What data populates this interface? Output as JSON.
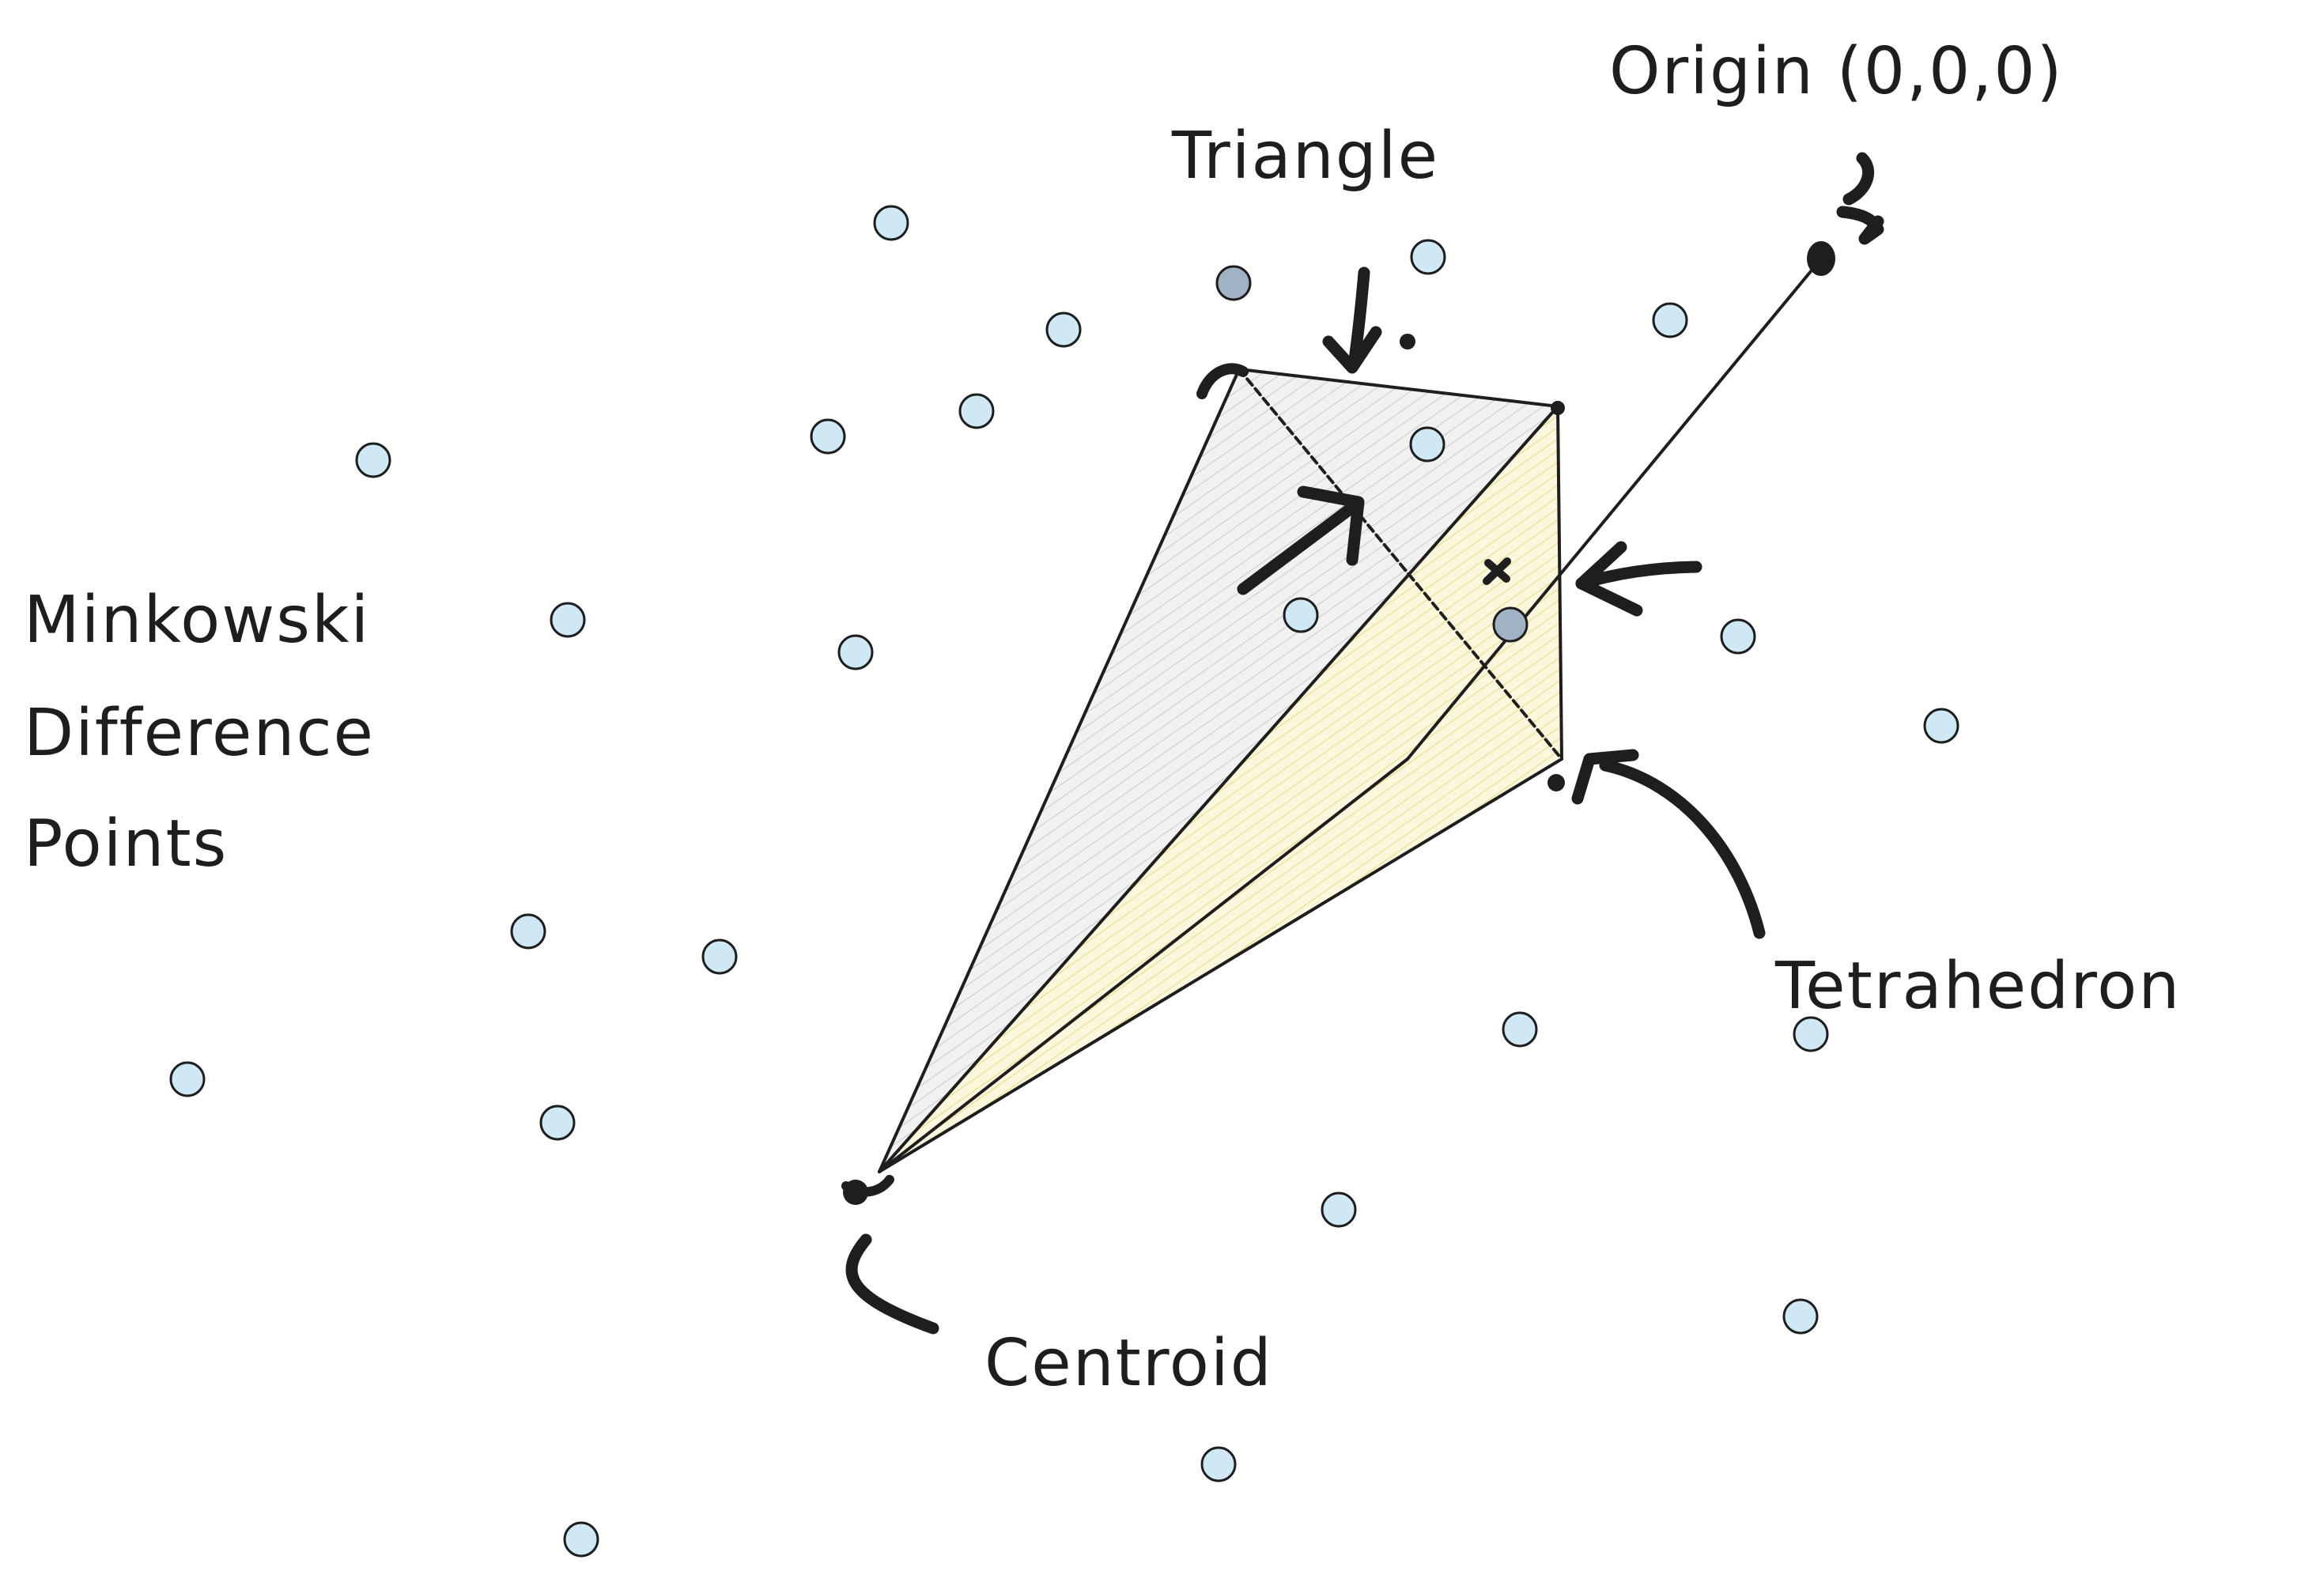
{
  "labels": {
    "origin": "Origin (0,0,0)",
    "triangle": "Triangle",
    "minkowski_line1": "Minkowski",
    "minkowski_line2": "Difference",
    "minkowski_line3": "Points",
    "tetrahedron": "Tetrahedron",
    "centroid": "Centroid"
  },
  "colors": {
    "ink": "#1e1e1e",
    "point_fill": "#cfe8f5",
    "triangle_fill": "#e4e4e4",
    "tetra_fill": "#f6efbf"
  }
}
